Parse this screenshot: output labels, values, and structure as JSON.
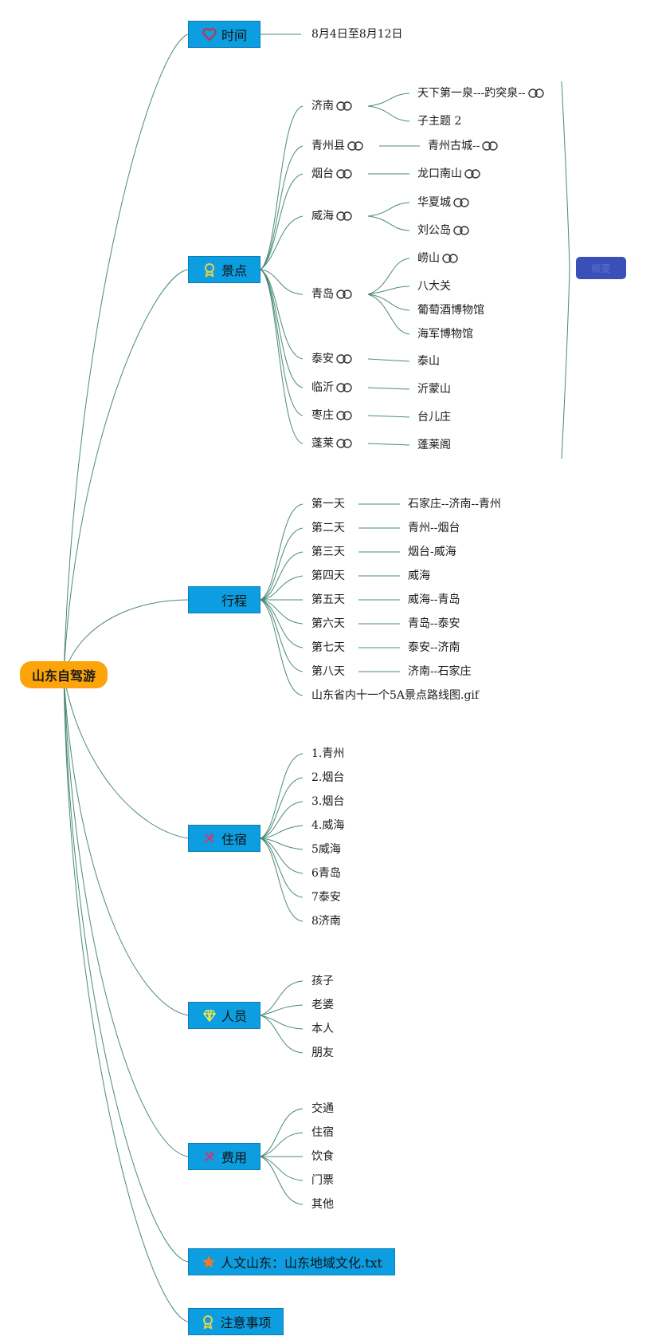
{
  "root": "山东自驾游",
  "topics": {
    "time": "时间",
    "spots": "景点",
    "itinerary": "行程",
    "lodging": "住宿",
    "people": "人员",
    "cost": "费用",
    "culture": "人文山东：山东地域文化.txt",
    "notes": "注意事项"
  },
  "time_value": "8月4日至8月12日",
  "spots": {
    "cities": [
      "济南",
      "青州县",
      "烟台",
      "威海",
      "青岛",
      "泰安",
      "临沂",
      "枣庄",
      "蓬莱"
    ],
    "jinan": [
      "天下第一泉---趵突泉--",
      "子主题 2"
    ],
    "qingzhou": [
      "青州古城--"
    ],
    "yantai": [
      "龙口南山"
    ],
    "weihai": [
      "华夏城",
      "刘公岛"
    ],
    "qingdao": [
      "崂山",
      "八大关",
      "葡萄酒博物馆",
      "海军博物馆"
    ],
    "taian": [
      "泰山"
    ],
    "linyi": [
      "沂蒙山"
    ],
    "zaozhuang": [
      "台儿庄"
    ],
    "penglai": [
      "蓬莱阁"
    ]
  },
  "itinerary": {
    "days": [
      "第一天",
      "第二天",
      "第三天",
      "第四天",
      "第五天",
      "第六天",
      "第七天",
      "第八天"
    ],
    "routes": [
      "石家庄--济南--青州",
      "青州--烟台",
      "烟台-威海",
      "威海",
      "威海--青岛",
      "青岛--泰安",
      "泰安--济南",
      "济南--石家庄"
    ],
    "attachment": "山东省内十一个5A景点路线图.gif"
  },
  "lodging": [
    "1.青州",
    "2.烟台",
    "3.烟台",
    "4.威海",
    "5威海",
    "6青岛",
    "7泰安",
    "8济南"
  ],
  "people": [
    "孩子",
    "老婆",
    "本人",
    "朋友"
  ],
  "cost": [
    "交通",
    "住宿",
    "饮食",
    "门票",
    "其他"
  ],
  "summary_label": "概要",
  "icons": {
    "time": "heart-icon",
    "spots": "award-icon",
    "lodging": "tools-icon",
    "people": "diamond-icon",
    "cost": "tools-icon",
    "culture": "star-icon",
    "notes": "award-icon",
    "link": "link-icon"
  },
  "colors": {
    "root": "#fda40a",
    "topic": "#0c9ee1",
    "line": "#4a8a78",
    "summary": "#3a50b8"
  }
}
